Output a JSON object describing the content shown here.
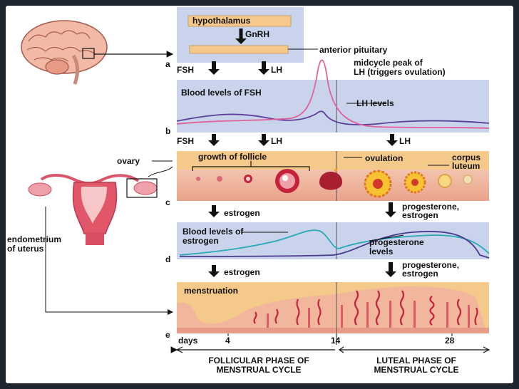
{
  "labels": {
    "hypothalamus": "hypothalamus",
    "gnrh": "GnRH",
    "anterior_pituitary": "anterior pituitary",
    "fsh": "FSH",
    "lh": "LH",
    "midcycle_1": "midcycle peak of",
    "midcycle_2": "LH (triggers ovulation)",
    "fsh_blood": "Blood levels of FSH",
    "lh_levels": "LH levels",
    "ovary": "ovary",
    "growth_follicle": "growth of follicle",
    "ovulation": "ovulation",
    "corpus": "corpus",
    "luteum": "luteum",
    "estrogen": "estrogen",
    "progesterone": "progesterone,",
    "estrogen_after": "estrogen",
    "estrogen_blood_1": "Blood levels of",
    "estrogen_blood_2": "estrogen",
    "progesterone_levels_1": "progesterone",
    "progesterone_levels_2": "levels",
    "endometrium_1": "endometrium",
    "endometrium_2": "of uterus",
    "menstruation": "menstruation",
    "days": "days",
    "day_4": "4",
    "day_14": "14",
    "day_28": "28",
    "follicular_1": "FOLLICULAR PHASE OF",
    "follicular_2": "MENSTRUAL CYCLE",
    "luteal_1": "LUTEAL PHASE OF",
    "luteal_2": "MENSTRUAL CYCLE",
    "panel_a": "a",
    "panel_b": "b",
    "panel_c": "c",
    "panel_d": "d",
    "panel_e": "e"
  },
  "colors": {
    "panel_blue": "#c9d4ec",
    "box_yellow": "#f5c98a",
    "tissue_pink": "#f3c1a8",
    "fsh_line": "#5a3d9a",
    "lh_line": "#e1619c",
    "estrogen_line": "#2aa9b5",
    "progesterone_line": "#4a3a8e",
    "follicle_red": "#c4213a",
    "frame_bg": "#202630"
  }
}
